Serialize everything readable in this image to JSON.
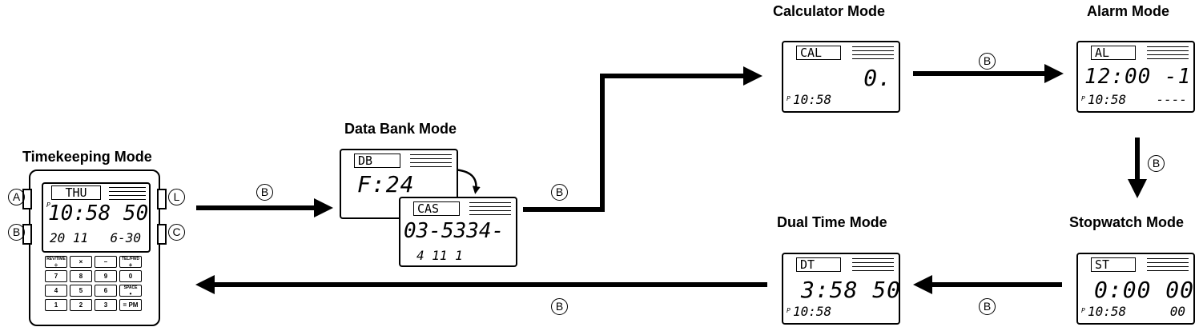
{
  "modes": {
    "timekeeping": {
      "title": "Timekeeping Mode",
      "header": "THU",
      "time": "10:58 50",
      "date_left": "20 11",
      "date_right": "6-30",
      "pm": "P"
    },
    "data_bank": {
      "title": "Data Bank Mode",
      "card1_header": "DB",
      "card1_value": "F:24",
      "card2_header": "CAS",
      "card2_value": "03-5334-",
      "card2_sub": "4 11 1"
    },
    "calculator": {
      "title": "Calculator Mode",
      "header": "CAL",
      "value": "0.",
      "time": "10:58",
      "pm": "P"
    },
    "alarm": {
      "title": "Alarm Mode",
      "header": "AL",
      "value": "12:00 -1",
      "time": "10:58",
      "sub": "----",
      "pm": "P"
    },
    "stopwatch": {
      "title": "Stopwatch Mode",
      "header": "ST",
      "value": "0:00 00",
      "time": "10:58",
      "sub": "00",
      "pm": "P"
    },
    "dual_time": {
      "title": "Dual Time Mode",
      "header": "DT",
      "value": "3:58 50",
      "time": "10:58",
      "pm": "P"
    }
  },
  "buttons": {
    "a": "A",
    "b": "B",
    "c": "C",
    "l": "L"
  },
  "keypad": [
    {
      "top": "REV/TIME",
      "main": "÷"
    },
    {
      "top": "",
      "main": "×"
    },
    {
      "top": "",
      "main": "–"
    },
    {
      "top": "TEL/FWD",
      "main": "+"
    },
    {
      "top": "",
      "main": "7"
    },
    {
      "top": "",
      "main": "8"
    },
    {
      "top": "",
      "main": "9"
    },
    {
      "top": "",
      "main": "0"
    },
    {
      "top": "",
      "main": "4"
    },
    {
      "top": "",
      "main": "5"
    },
    {
      "top": "",
      "main": "6"
    },
    {
      "top": "SPACE",
      "main": "•"
    },
    {
      "top": "",
      "main": "1"
    },
    {
      "top": "",
      "main": "2"
    },
    {
      "top": "",
      "main": "3"
    },
    {
      "top": "",
      "main": "= PM"
    }
  ],
  "arrow_label": "B"
}
